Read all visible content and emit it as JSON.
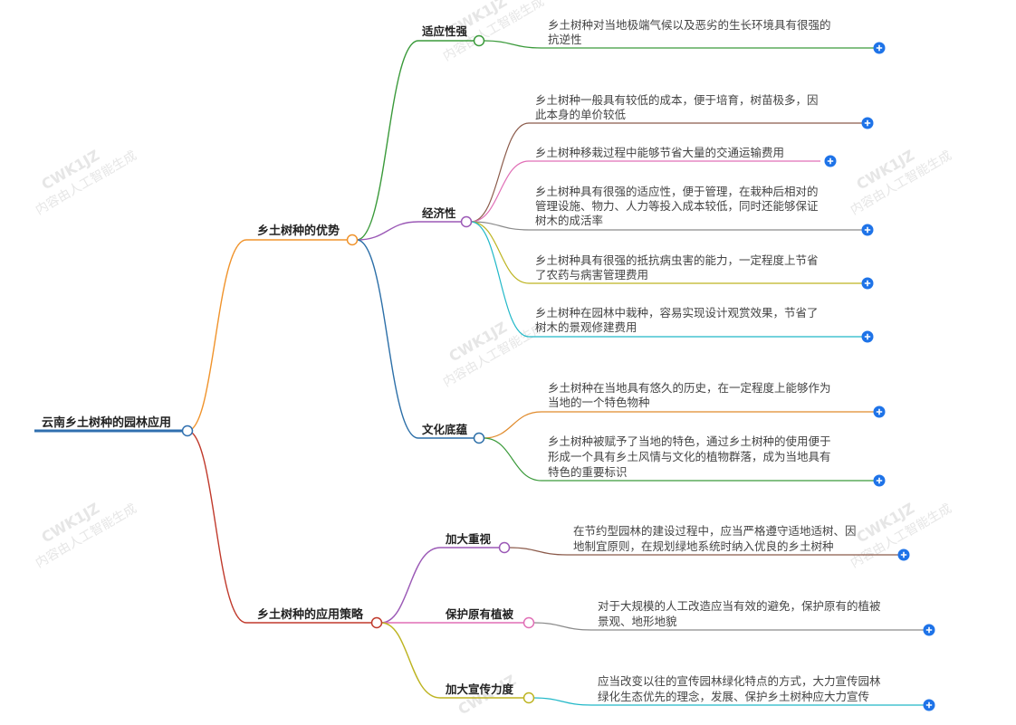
{
  "watermark": {
    "line1": "CWK1JZ",
    "line2": "内容由人工智能生成"
  },
  "colors": {
    "root_line": "#2f6faf",
    "expand_button": "#1e73e8",
    "advantages_branch": "#f0932b",
    "strategy_branch": "#c0392b",
    "adaptability": "#3a9a3a",
    "economy": "#9b59b6",
    "culture": "#2c6fa8",
    "emphasis": "#9b59b6",
    "protect": "#e06fb6",
    "publicity": "#bdb421",
    "eco1": "#8b5a4a",
    "eco2": "#e06fb6",
    "eco3": "#8a8a8a",
    "eco4": "#bdb421",
    "eco5": "#21b8c8",
    "cul1": "#e08a2b",
    "cul2": "#3a9a3a",
    "emph1": "#8b5a4a",
    "prot1": "#8a8a8a",
    "pub1": "#21b8c8"
  },
  "root": {
    "label": "云南乡土树种的园林应用"
  },
  "branches": {
    "advantages": {
      "label": "乡土树种的优势",
      "children": {
        "adaptability": {
          "label": "适应性强",
          "leaves": [
            [
              "乡土树种对当地极端气候以及恶劣的生长环境具有很强的",
              "抗逆性"
            ]
          ]
        },
        "economy": {
          "label": "经济性",
          "leaves": [
            [
              "乡土树种一般具有较低的成本，便于培育，树苗极多，因",
              "此本身的单价较低"
            ],
            [
              "乡土树种移栽过程中能够节省大量的交通运输费用"
            ],
            [
              "乡土树种具有很强的适应性，便于管理，在栽种后相对的",
              "管理设施、物力、人力等投入成本较低，同时还能够保证",
              "树木的成活率"
            ],
            [
              "乡土树种具有很强的抵抗病虫害的能力，一定程度上节省",
              "了农药与病害管理费用"
            ],
            [
              "乡土树种在园林中栽种，容易实现设计观赏效果，节省了",
              "树木的景观修建费用"
            ]
          ]
        },
        "culture": {
          "label": "文化底蕴",
          "leaves": [
            [
              "乡土树种在当地具有悠久的历史，在一定程度上能够作为",
              "当地的一个特色物种"
            ],
            [
              "乡土树种被赋予了当地的特色，通过乡土树种的使用便于",
              "形成一个具有乡土风情与文化的植物群落，成为当地具有",
              "特色的重要标识"
            ]
          ]
        }
      }
    },
    "strategy": {
      "label": "乡土树种的应用策略",
      "children": {
        "emphasis": {
          "label": "加大重视",
          "leaves": [
            [
              "在节约型园林的建设过程中，应当严格遵守适地适树、因",
              "地制宜原则，在规划绿地系统时纳入优良的乡土树种"
            ]
          ]
        },
        "protect": {
          "label": "保护原有植被",
          "leaves": [
            [
              "对于大规模的人工改造应当有效的避免，保护原有的植被",
              "景观、地形地貌"
            ]
          ]
        },
        "publicity": {
          "label": "加大宣传力度",
          "leaves": [
            [
              "应当改变以往的宣传园林绿化特点的方式，大力宣传园林",
              "绿化生态优先的理念，发展、保护乡土树种应大力宣传"
            ]
          ]
        }
      }
    }
  }
}
